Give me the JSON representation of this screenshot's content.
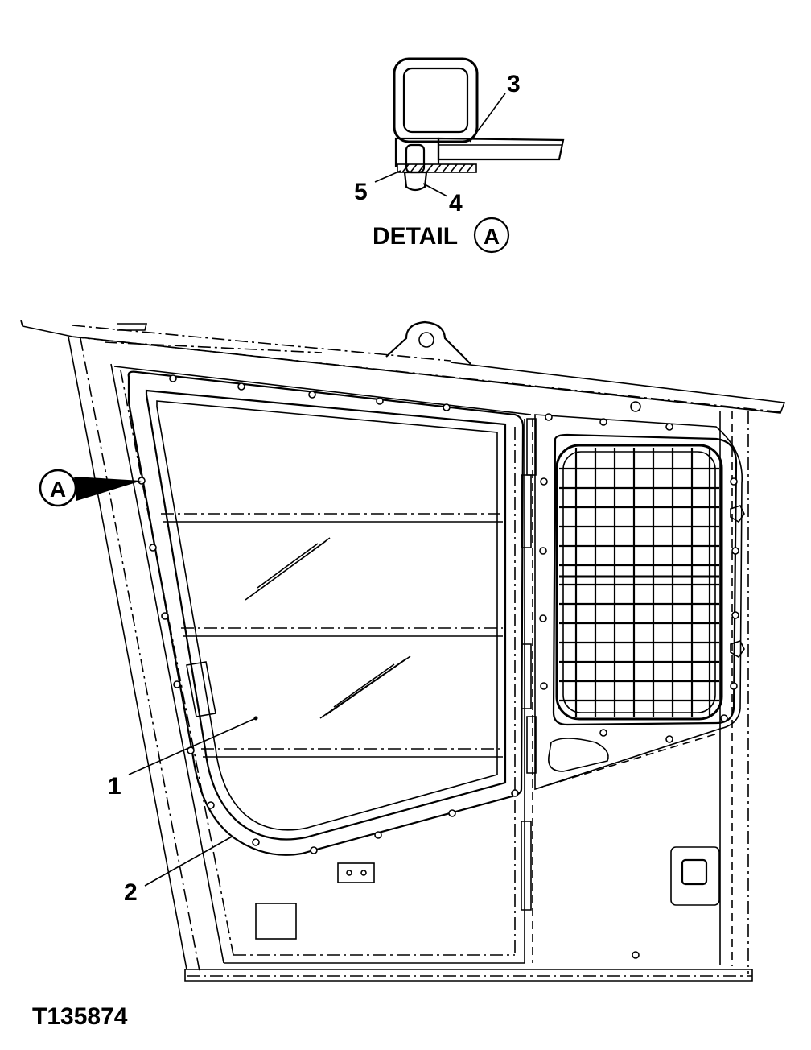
{
  "detail": {
    "title_text": "DETAIL",
    "title_letter": "A",
    "callouts": [
      "3",
      "4",
      "5"
    ]
  },
  "main_view": {
    "detail_marker": "A",
    "callouts": [
      "1",
      "2"
    ]
  },
  "figure_id": "T135874"
}
